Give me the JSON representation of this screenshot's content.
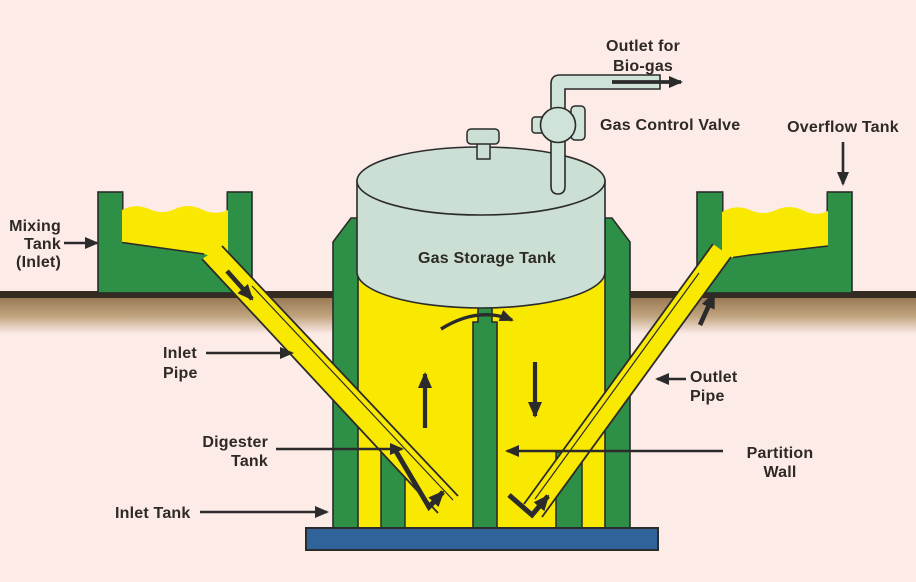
{
  "diagram": {
    "type": "biogas-plant-cross-section",
    "labels": {
      "mixing_tank": [
        "Mixing",
        "Tank",
        "(Inlet)"
      ],
      "inlet_pipe": [
        "Inlet",
        "Pipe"
      ],
      "digester_tank": [
        "Digester",
        "Tank"
      ],
      "inlet_tank": "Inlet Tank",
      "outlet_biogas": [
        "Outlet for",
        "Bio-gas"
      ],
      "gas_control_valve": "Gas Control Valve",
      "overflow_tank": "Overflow Tank",
      "outlet_pipe": [
        "Outlet",
        "Pipe"
      ],
      "partition_wall": [
        "Partition",
        "Wall"
      ],
      "gas_storage_tank": "Gas Storage Tank"
    },
    "icons": {
      "arrow_right": "label pointer arrows",
      "arrow_left": "label pointer arrows",
      "arrow_down": "overflow tank pointer",
      "flow_arrows": "slurry and gas flow direction arrows"
    },
    "colors": {
      "background": "#fdebe8",
      "masonry_green": "#2e8f47",
      "slurry_yellow": "#f9e800",
      "gas_tank_dome": "#cbdfd4",
      "valve_pipe": "#cfe3d8",
      "foundation_blue": "#31639b",
      "ground_line": "#352b21",
      "soil_brown": "#9a7a55",
      "outline_dark": "#2b2b2b",
      "text": "#2d2a26"
    }
  }
}
